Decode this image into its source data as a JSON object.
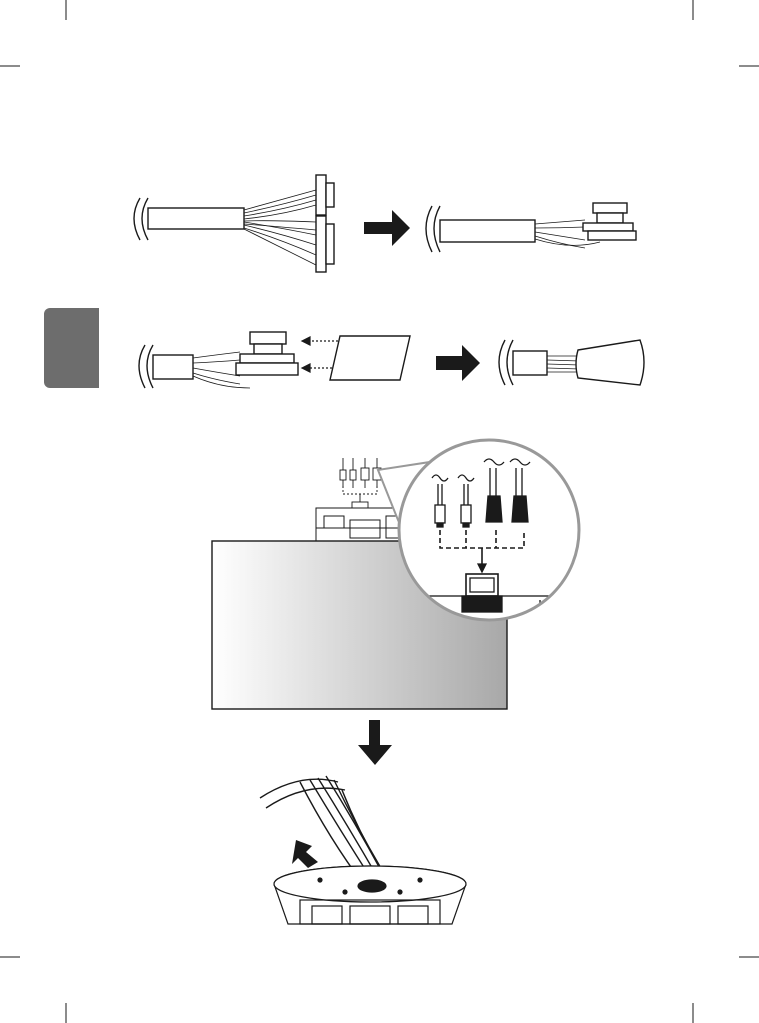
{
  "page": {
    "background": "#ffffff",
    "line_color": "#1a1a1a",
    "side_tab_color": "#6d6d6d",
    "panel_gradient": [
      "#ffffff",
      "#a8a8a8"
    ],
    "zoom_circle_color": "#999999"
  },
  "icons": {
    "crop_marks": "crop-mark-icon",
    "process_arrow": "arrow-right-icon",
    "down_arrow": "arrow-down-icon",
    "insert_arrow": "insert-arrow-icon"
  },
  "steps": [
    {
      "id": "step-1",
      "description_visible": false
    },
    {
      "id": "step-2",
      "description_visible": false
    },
    {
      "id": "step-3",
      "description_visible": false
    },
    {
      "id": "step-4",
      "description_visible": false
    }
  ],
  "connector_count": 4
}
